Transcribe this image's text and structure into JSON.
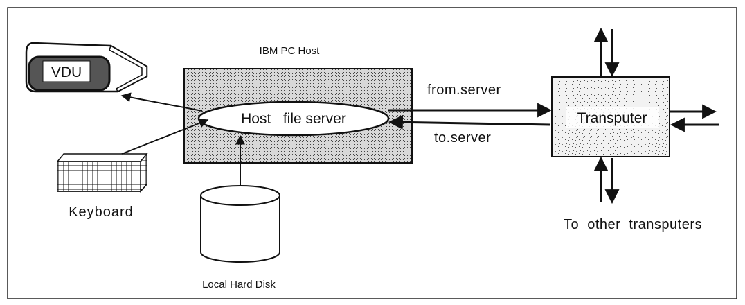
{
  "host": {
    "title": "IBM PC Host",
    "server": "Host   file server"
  },
  "vdu": {
    "label": "VDU"
  },
  "keyboard": {
    "label": "Keyboard"
  },
  "disk": {
    "label": "Local Hard Disk"
  },
  "channels": {
    "from_server": "from.server",
    "to_server": "to.server"
  },
  "transputer": {
    "label": "Transputer",
    "others": "To  other  transputers"
  },
  "colors": {
    "line": "#111111",
    "host_fill": "#b8b8b8",
    "vdu_fill": "#555555"
  }
}
